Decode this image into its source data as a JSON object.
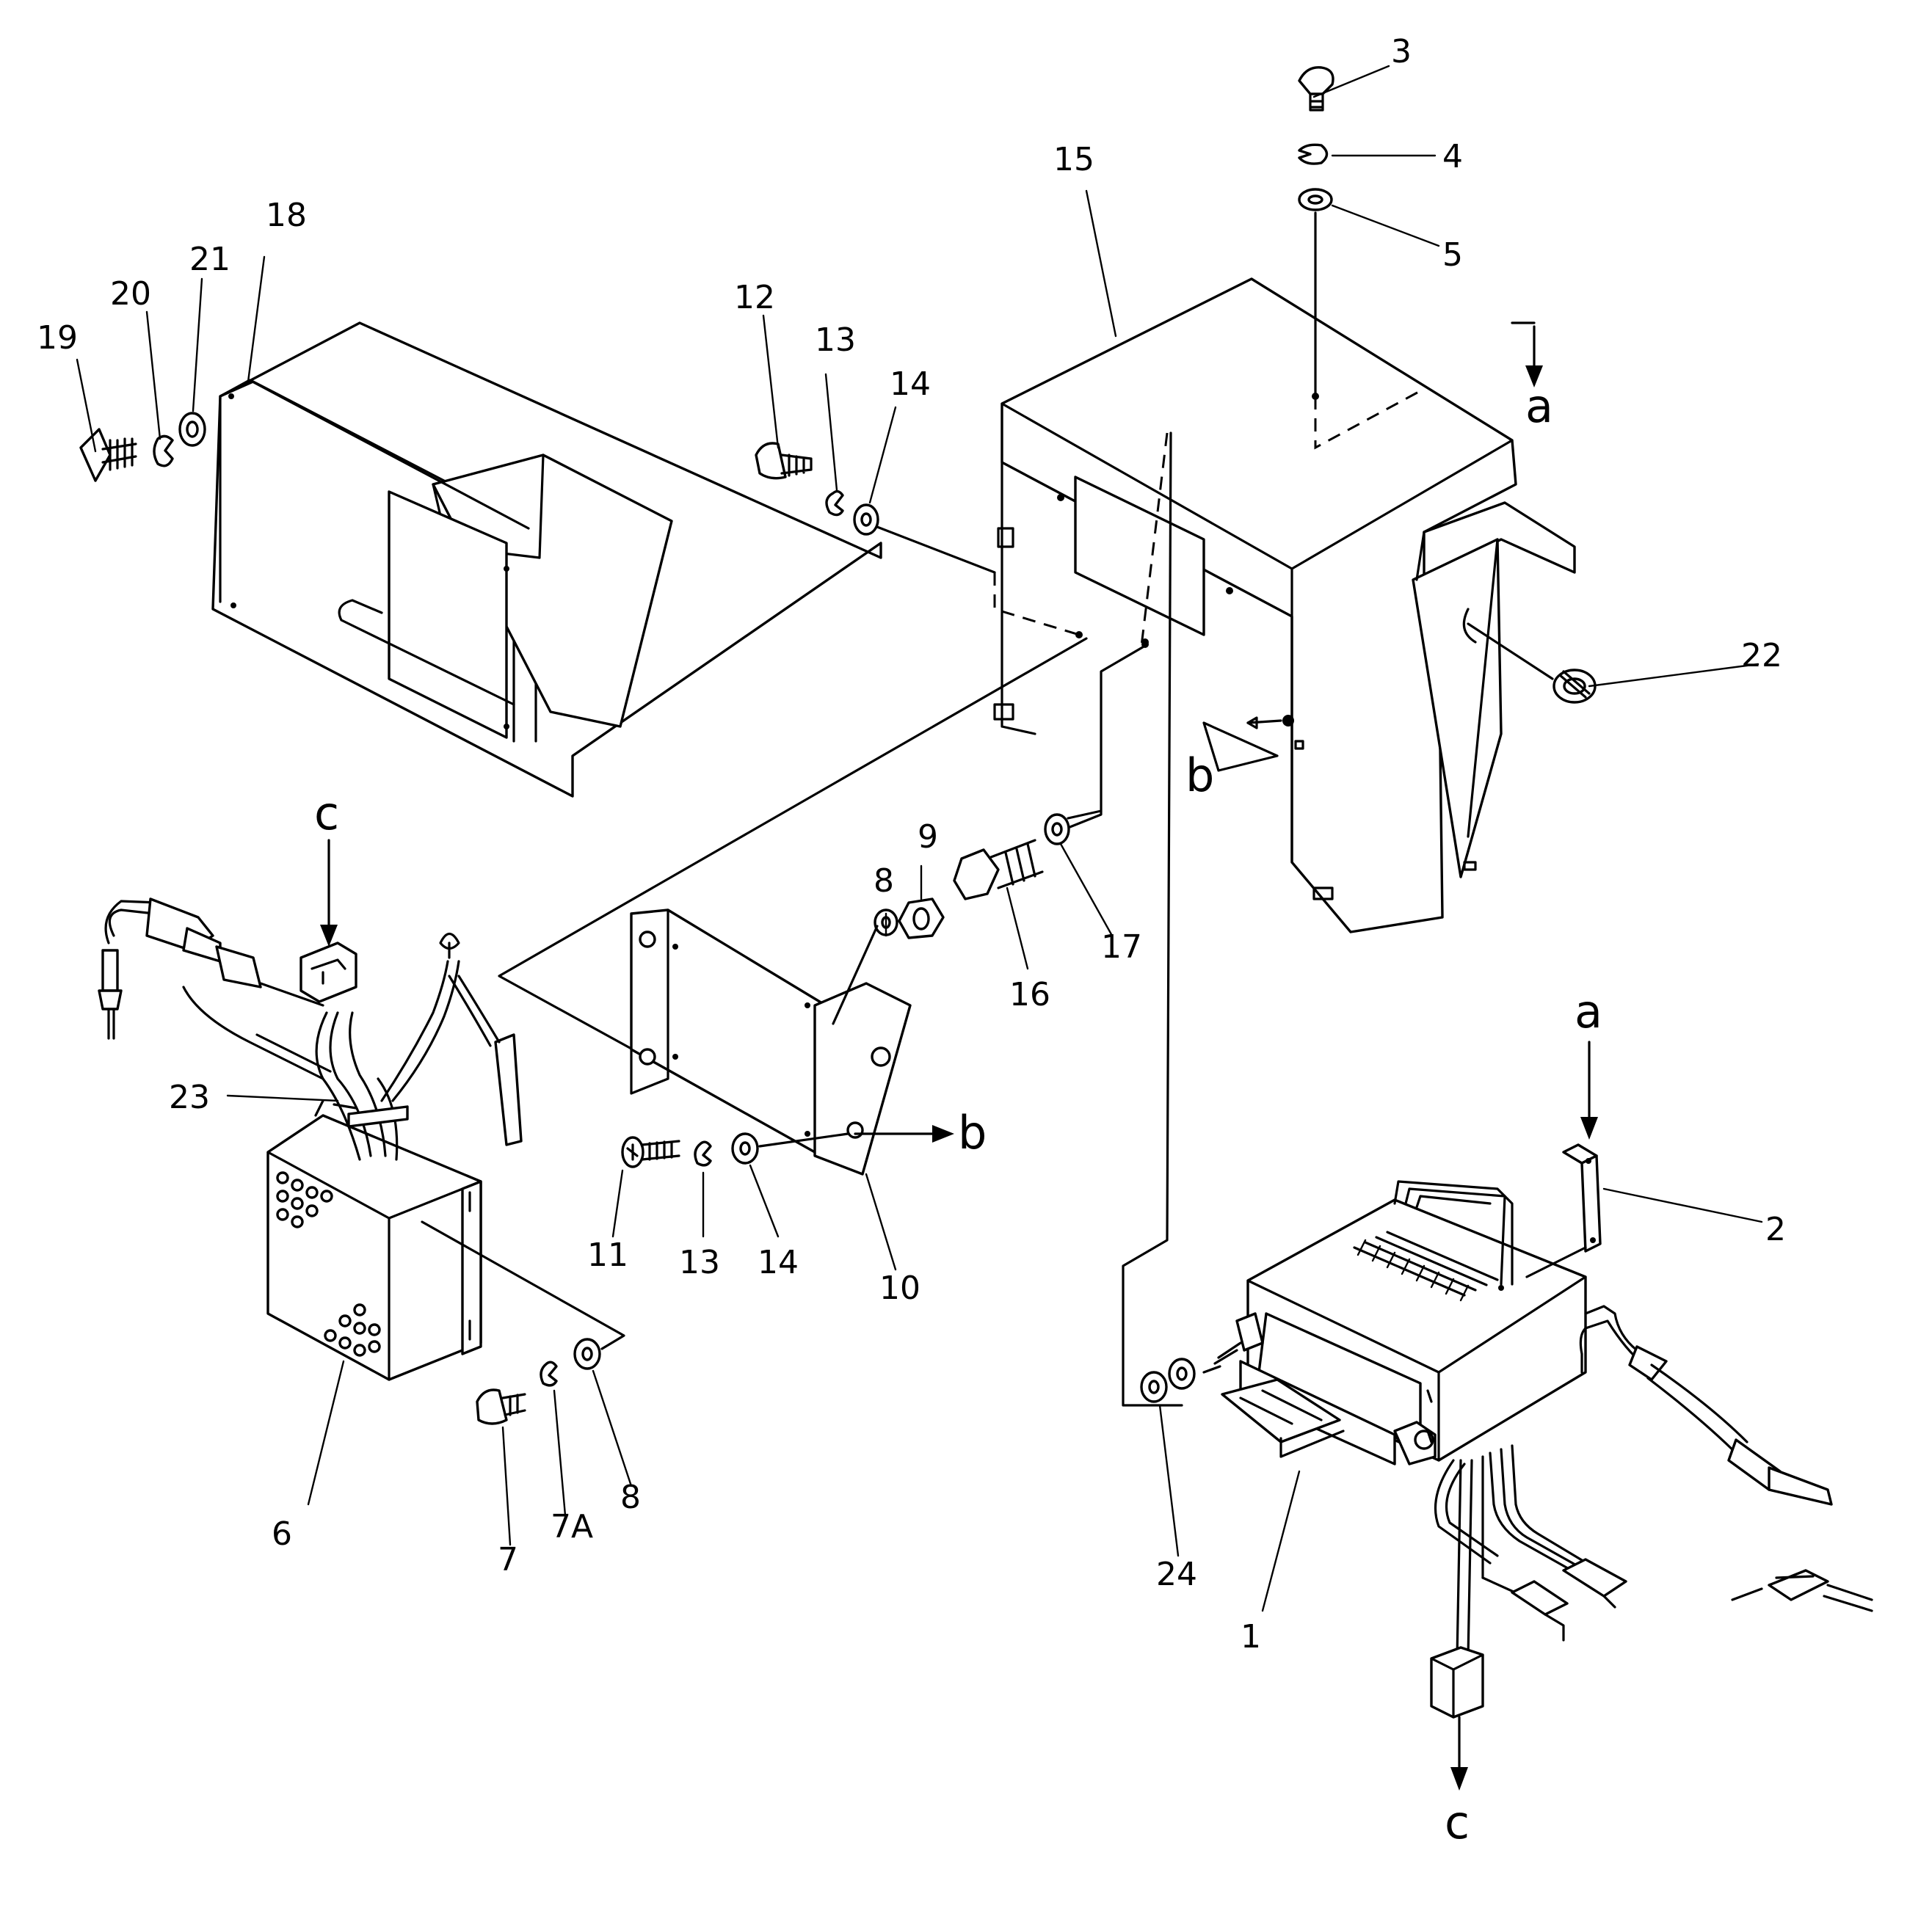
{
  "figure": {
    "callouts": [
      "1",
      "2",
      "3",
      "4",
      "5",
      "6",
      "7",
      "7A",
      "8",
      "8",
      "9",
      "10",
      "11",
      "12",
      "13",
      "13",
      "14",
      "14",
      "15",
      "16",
      "17",
      "18",
      "19",
      "20",
      "21",
      "22",
      "23",
      "24"
    ],
    "reference_markers": [
      "a",
      "a",
      "b",
      "b",
      "c",
      "c"
    ]
  },
  "labels": {
    "p1": "1",
    "p2": "2",
    "p3": "3",
    "p4": "4",
    "p5": "5",
    "p6": "6",
    "p7": "7",
    "p7a": "7A",
    "p8a": "8",
    "p8b": "8",
    "p9": "9",
    "p10": "10",
    "p11": "11",
    "p12": "12",
    "p13a": "13",
    "p13b": "13",
    "p14a": "14",
    "p14b": "14",
    "p15": "15",
    "p16": "16",
    "p17": "17",
    "p18": "18",
    "p19": "19",
    "p20": "20",
    "p21": "21",
    "p22": "22",
    "p23": "23",
    "p24": "24"
  },
  "refs": {
    "a_top": "a",
    "a_bottom": "a",
    "b_right": "b",
    "b_top": "b",
    "c_top": "c",
    "c_bottom": "c"
  },
  "colors": {
    "ink": "#000000",
    "paper": "#ffffff"
  }
}
